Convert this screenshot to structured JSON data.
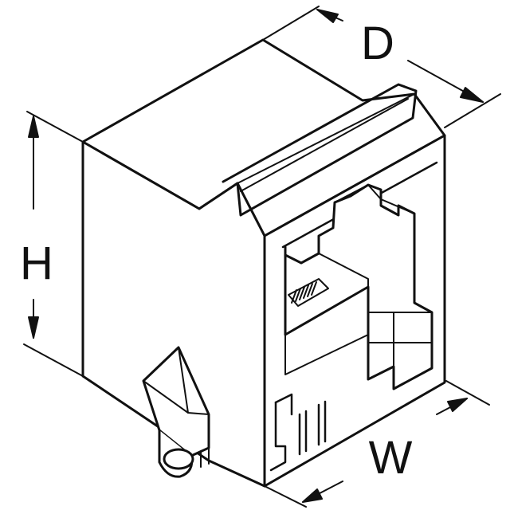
{
  "diagram": {
    "labels": {
      "height": "H",
      "width": "W",
      "depth": "D"
    },
    "colors": {
      "stroke": "#111111",
      "fill": "#ffffff"
    }
  }
}
